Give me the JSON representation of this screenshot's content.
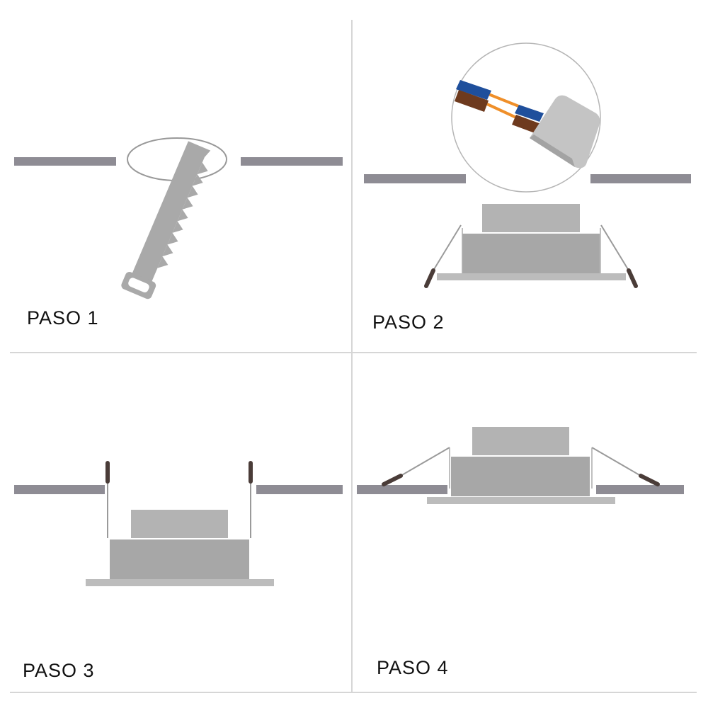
{
  "steps": [
    {
      "label": "PASO 1",
      "illustration": "saw-cutting-ceiling-icon"
    },
    {
      "label": "PASO 2",
      "illustration": "wire-connection-icon"
    },
    {
      "label": "PASO 3",
      "illustration": "spring-clips-raised-icon"
    },
    {
      "label": "PASO 4",
      "illustration": "downlight-installed-icon"
    }
  ],
  "colors": {
    "panel_border": "#d6d6d6",
    "ceiling": "#8e8c94",
    "fixture_top": "#b3b3b3",
    "fixture_body": "#a7a7a7",
    "trim": "#bcbcbc",
    "clip_handle": "#4a3c38",
    "saw": "#a9a9a9",
    "wire_blue": "#1f4f9c",
    "wire_brown": "#6e3a1e",
    "wire_orange": "#ef8f2a",
    "connector": "#c4c4c4"
  }
}
